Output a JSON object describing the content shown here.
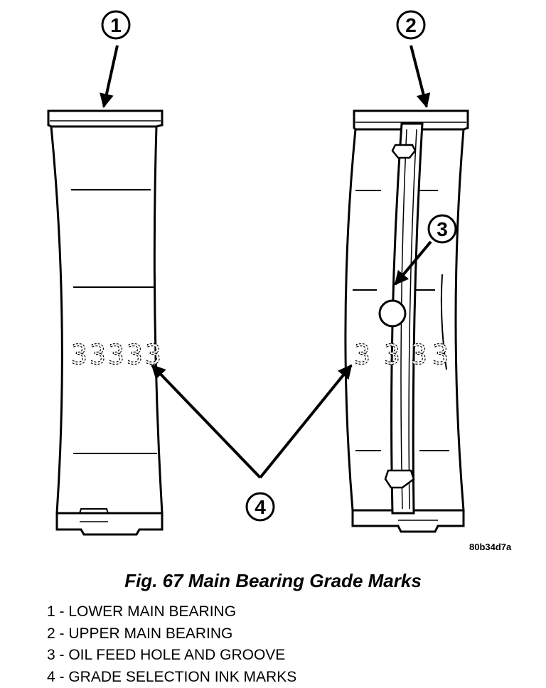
{
  "callouts": [
    "1",
    "2",
    "3",
    "4"
  ],
  "ink_marks": {
    "lower": [
      "3",
      "3",
      "3",
      "3",
      "3"
    ],
    "upper": [
      "3",
      "3",
      "3",
      "3"
    ]
  },
  "ref_code": "80b34d7a",
  "caption": "Fig. 67 Main Bearing Grade Marks",
  "legend": [
    "1 - LOWER MAIN BEARING",
    "2 - UPPER MAIN BEARING",
    "3 - OIL FEED HOLE AND GROOVE",
    "4 - GRADE SELECTION INK MARKS"
  ]
}
